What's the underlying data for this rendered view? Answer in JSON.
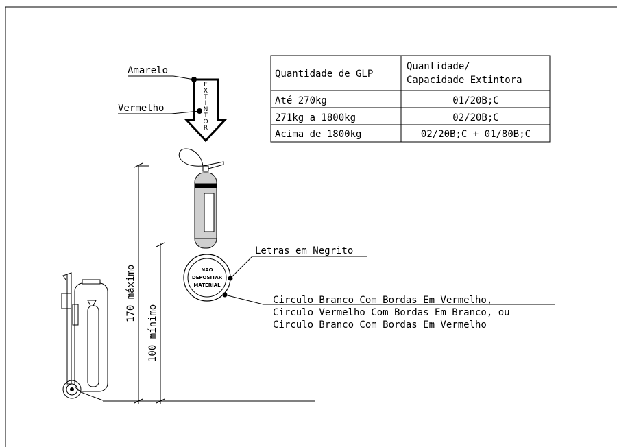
{
  "labels": {
    "amarelo": "Amarelo",
    "vermelho": "Vermelho",
    "letras": "Letras em Negrito",
    "circulo_1": "Circulo Branco Com Bordas Em Vermelho,",
    "circulo_2": "Circulo Vermelho Com Bordas Em Branco, ou",
    "circulo_3": "Circulo Branco Com Bordas Em Vermelho",
    "dim_max": "170 máximo",
    "dim_min": "100 mínimo"
  },
  "arrow_letters": [
    "E",
    "X",
    "T",
    "I",
    "N",
    "T",
    "O",
    "R"
  ],
  "sign_lines": [
    "NÃO",
    "DEPOSITAR",
    "MATERIAL"
  ],
  "table": {
    "headers": [
      "Quantidade de GLP",
      [
        "Quantidade/",
        "Capacidade Extintora"
      ]
    ],
    "rows": [
      [
        "Até 270kg",
        "01/20B;C"
      ],
      [
        "271kg a 1800kg",
        "02/20B;C"
      ],
      [
        "Acima de 1800kg",
        "02/20B;C + 01/80B;C"
      ]
    ]
  },
  "colors": {
    "line": "#000000",
    "cylinder_fill": "#cfcfcf",
    "background": "#ffffff"
  }
}
